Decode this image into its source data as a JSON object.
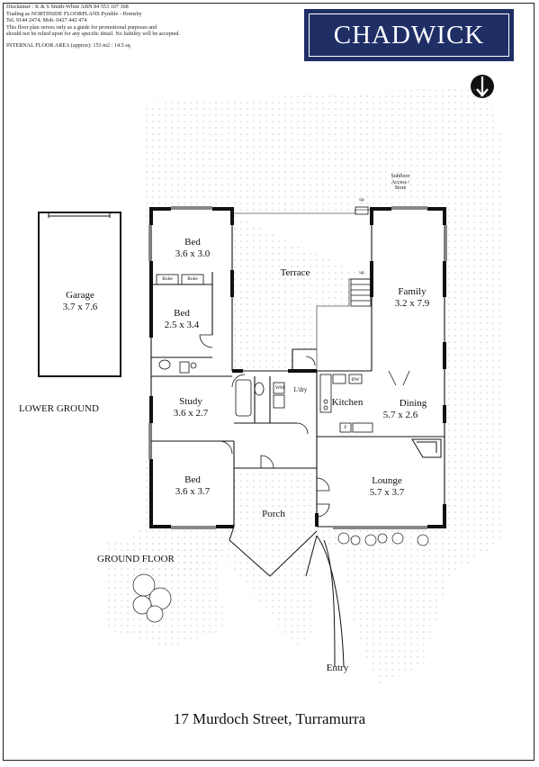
{
  "disclaimer": {
    "line1": "Disclaimer :  K & S Smith-White   ABN 84 553 107 368",
    "line2": "Trading as NORTHSIDE FLOORPLANS Pymble - Hornsby",
    "line3": "Tel. 9144 2474; Mob. 0427 442 474",
    "line4": "This floor plan serves only as a guide for promotional purposes and",
    "line5": "should not be relied upon for any specific detail. No liability will be accepted.",
    "area": "INTERNAL FLOOR AREA (approx): 153 m2 : 14.5 sq"
  },
  "brand": {
    "name": "CHADWICK"
  },
  "compass": {
    "icon": "north-arrow-icon"
  },
  "levels": {
    "lower": "LOWER GROUND",
    "ground": "GROUND FLOOR"
  },
  "rooms": {
    "garage": {
      "name": "Garage",
      "size": "3.7 x 7.6"
    },
    "bed1": {
      "name": "Bed",
      "size": "3.6 x 3.0"
    },
    "bed2": {
      "name": "Bed",
      "size": "2.5 x 3.4"
    },
    "bed3": {
      "name": "Bed",
      "size": "3.6 x 3.7"
    },
    "study": {
      "name": "Study",
      "size": "3.6 x 2.7"
    },
    "terrace": {
      "name": "Terrace"
    },
    "family": {
      "name": "Family",
      "size": "3.2 x 7.9"
    },
    "kitchen": {
      "name": "Kitchen"
    },
    "dining": {
      "name": "Dining",
      "size": "5.7 x 2.6"
    },
    "lounge": {
      "name": "Lounge",
      "size": "5.7 x 3.7"
    },
    "porch": {
      "name": "Porch"
    },
    "laundry": {
      "name": "L'dry"
    },
    "entry": {
      "name": "Entry"
    },
    "subfloor": {
      "line1": "Subfloor",
      "line2": "Access /",
      "line3": "Store"
    },
    "robe1": "Robe",
    "robe2": "Robe",
    "wm": "WM",
    "dw": "DW",
    "fridge": "F",
    "up1": "up",
    "up2": "up"
  },
  "address": "17 Murdoch Street, Turramurra"
}
